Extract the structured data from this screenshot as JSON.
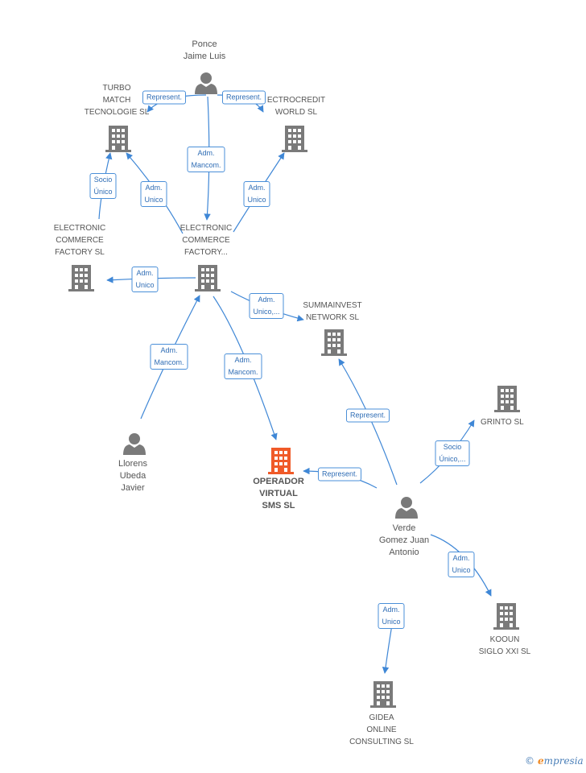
{
  "colors": {
    "edge": "#3f87d6",
    "building": "#7a7a7a",
    "focus": "#f05a28",
    "person": "#7a7a7a"
  },
  "nodes": [
    {
      "id": "ponce",
      "type": "person",
      "lines": [
        "Ponce",
        "Jaime Luis"
      ]
    },
    {
      "id": "turbo",
      "type": "company",
      "lines": [
        "TURBO",
        "MATCH",
        "TECNOLOGIE SL"
      ]
    },
    {
      "id": "ectro",
      "type": "company",
      "lines": [
        "ECTROCREDIT",
        "WORLD SL"
      ]
    },
    {
      "id": "ecf1",
      "type": "company",
      "lines": [
        "ELECTRONIC",
        "COMMERCE",
        "FACTORY SL"
      ]
    },
    {
      "id": "ecf2",
      "type": "company",
      "lines": [
        "ELECTRONIC",
        "COMMERCE",
        "FACTORY..."
      ]
    },
    {
      "id": "summa",
      "type": "company",
      "lines": [
        "SUMMAINVEST",
        "NETWORK SL"
      ]
    },
    {
      "id": "grinto",
      "type": "company",
      "lines": [
        "GRINTO SL"
      ]
    },
    {
      "id": "llorens",
      "type": "person",
      "lines": [
        "Llorens",
        "Ubeda",
        "Javier"
      ]
    },
    {
      "id": "operador",
      "type": "focus",
      "lines": [
        "OPERADOR",
        "VIRTUAL",
        "SMS SL"
      ]
    },
    {
      "id": "verde",
      "type": "person",
      "lines": [
        "Verde",
        "Gomez Juan",
        "Antonio"
      ]
    },
    {
      "id": "kooun",
      "type": "company",
      "lines": [
        "KOOUN",
        "SIGLO XXI  SL"
      ]
    },
    {
      "id": "gidea",
      "type": "company",
      "lines": [
        "GIDEA",
        "ONLINE",
        "CONSULTING SL"
      ]
    }
  ],
  "edges": [
    {
      "from": "ponce",
      "to": "turbo",
      "label": [
        "Represent."
      ]
    },
    {
      "from": "ponce",
      "to": "ectro",
      "label": [
        "Represent."
      ]
    },
    {
      "from": "ponce",
      "to": "ecf2",
      "label": [
        "Adm.",
        "Mancom."
      ]
    },
    {
      "from": "ecf1",
      "to": "turbo",
      "label": [
        "Socio",
        "Único"
      ]
    },
    {
      "from": "ecf2",
      "to": "turbo",
      "label": [
        "Adm.",
        "Unico"
      ]
    },
    {
      "from": "ecf2",
      "to": "ectro",
      "label": [
        "Adm.",
        "Unico"
      ]
    },
    {
      "from": "ecf2",
      "to": "ecf1",
      "label": [
        "Adm.",
        "Unico"
      ]
    },
    {
      "from": "ecf2",
      "to": "summa",
      "label": [
        "Adm.",
        "Unico,..."
      ]
    },
    {
      "from": "llorens",
      "to": "ecf2",
      "label": [
        "Adm.",
        "Mancom."
      ]
    },
    {
      "from": "ecf2",
      "to": "operador",
      "label": [
        "Adm.",
        "Mancom."
      ]
    },
    {
      "from": "verde",
      "to": "summa",
      "label": [
        "Represent."
      ]
    },
    {
      "from": "verde",
      "to": "operador",
      "label": [
        "Represent."
      ]
    },
    {
      "from": "verde",
      "to": "grinto",
      "label": [
        "Socio",
        "Único,..."
      ]
    },
    {
      "from": "verde",
      "to": "kooun",
      "label": [
        "Adm.",
        "Unico"
      ]
    },
    {
      "from": "verde",
      "to": "gidea",
      "label": [
        "Adm.",
        "Unico"
      ]
    }
  ],
  "brand": {
    "copyright": "©",
    "first_letter": "e",
    "rest": "mpresia"
  }
}
